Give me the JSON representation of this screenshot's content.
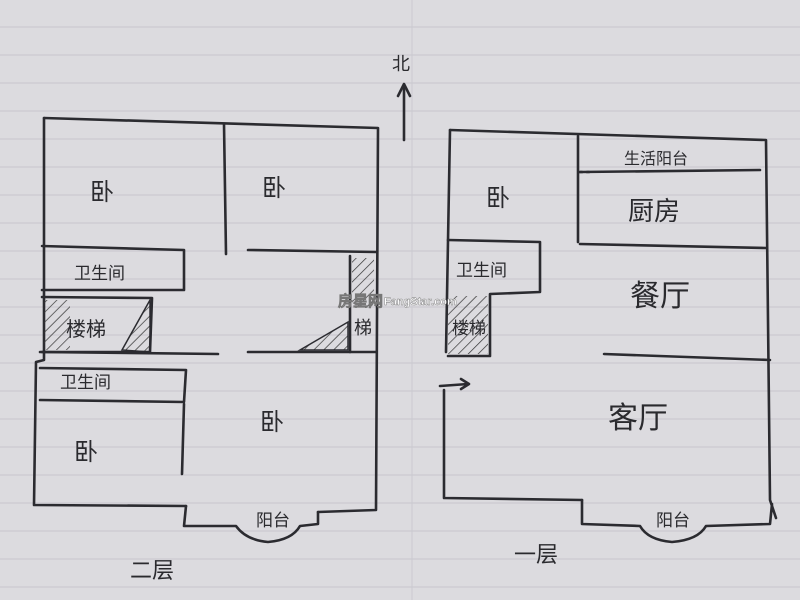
{
  "compass": {
    "label": "北"
  },
  "floor2": {
    "title": "二层",
    "rooms": {
      "bedroom_nw": "卧",
      "bedroom_n": "卧",
      "bath_upper": "卫生间",
      "stairs": "楼梯",
      "stairs_right": "梯",
      "bath_lower": "卫生间",
      "bedroom_sw": "卧",
      "bedroom_s": "卧",
      "balcony": "阳台"
    }
  },
  "floor1": {
    "title": "一层",
    "rooms": {
      "utility_balcony": "生活阳台",
      "bedroom": "卧",
      "kitchen": "厨房",
      "bath": "卫生间",
      "dining": "餐厅",
      "stairs": "楼梯",
      "living": "客厅",
      "balcony": "阳台"
    }
  },
  "watermark": {
    "cn": "房星网",
    "en": "FangStar.com"
  }
}
